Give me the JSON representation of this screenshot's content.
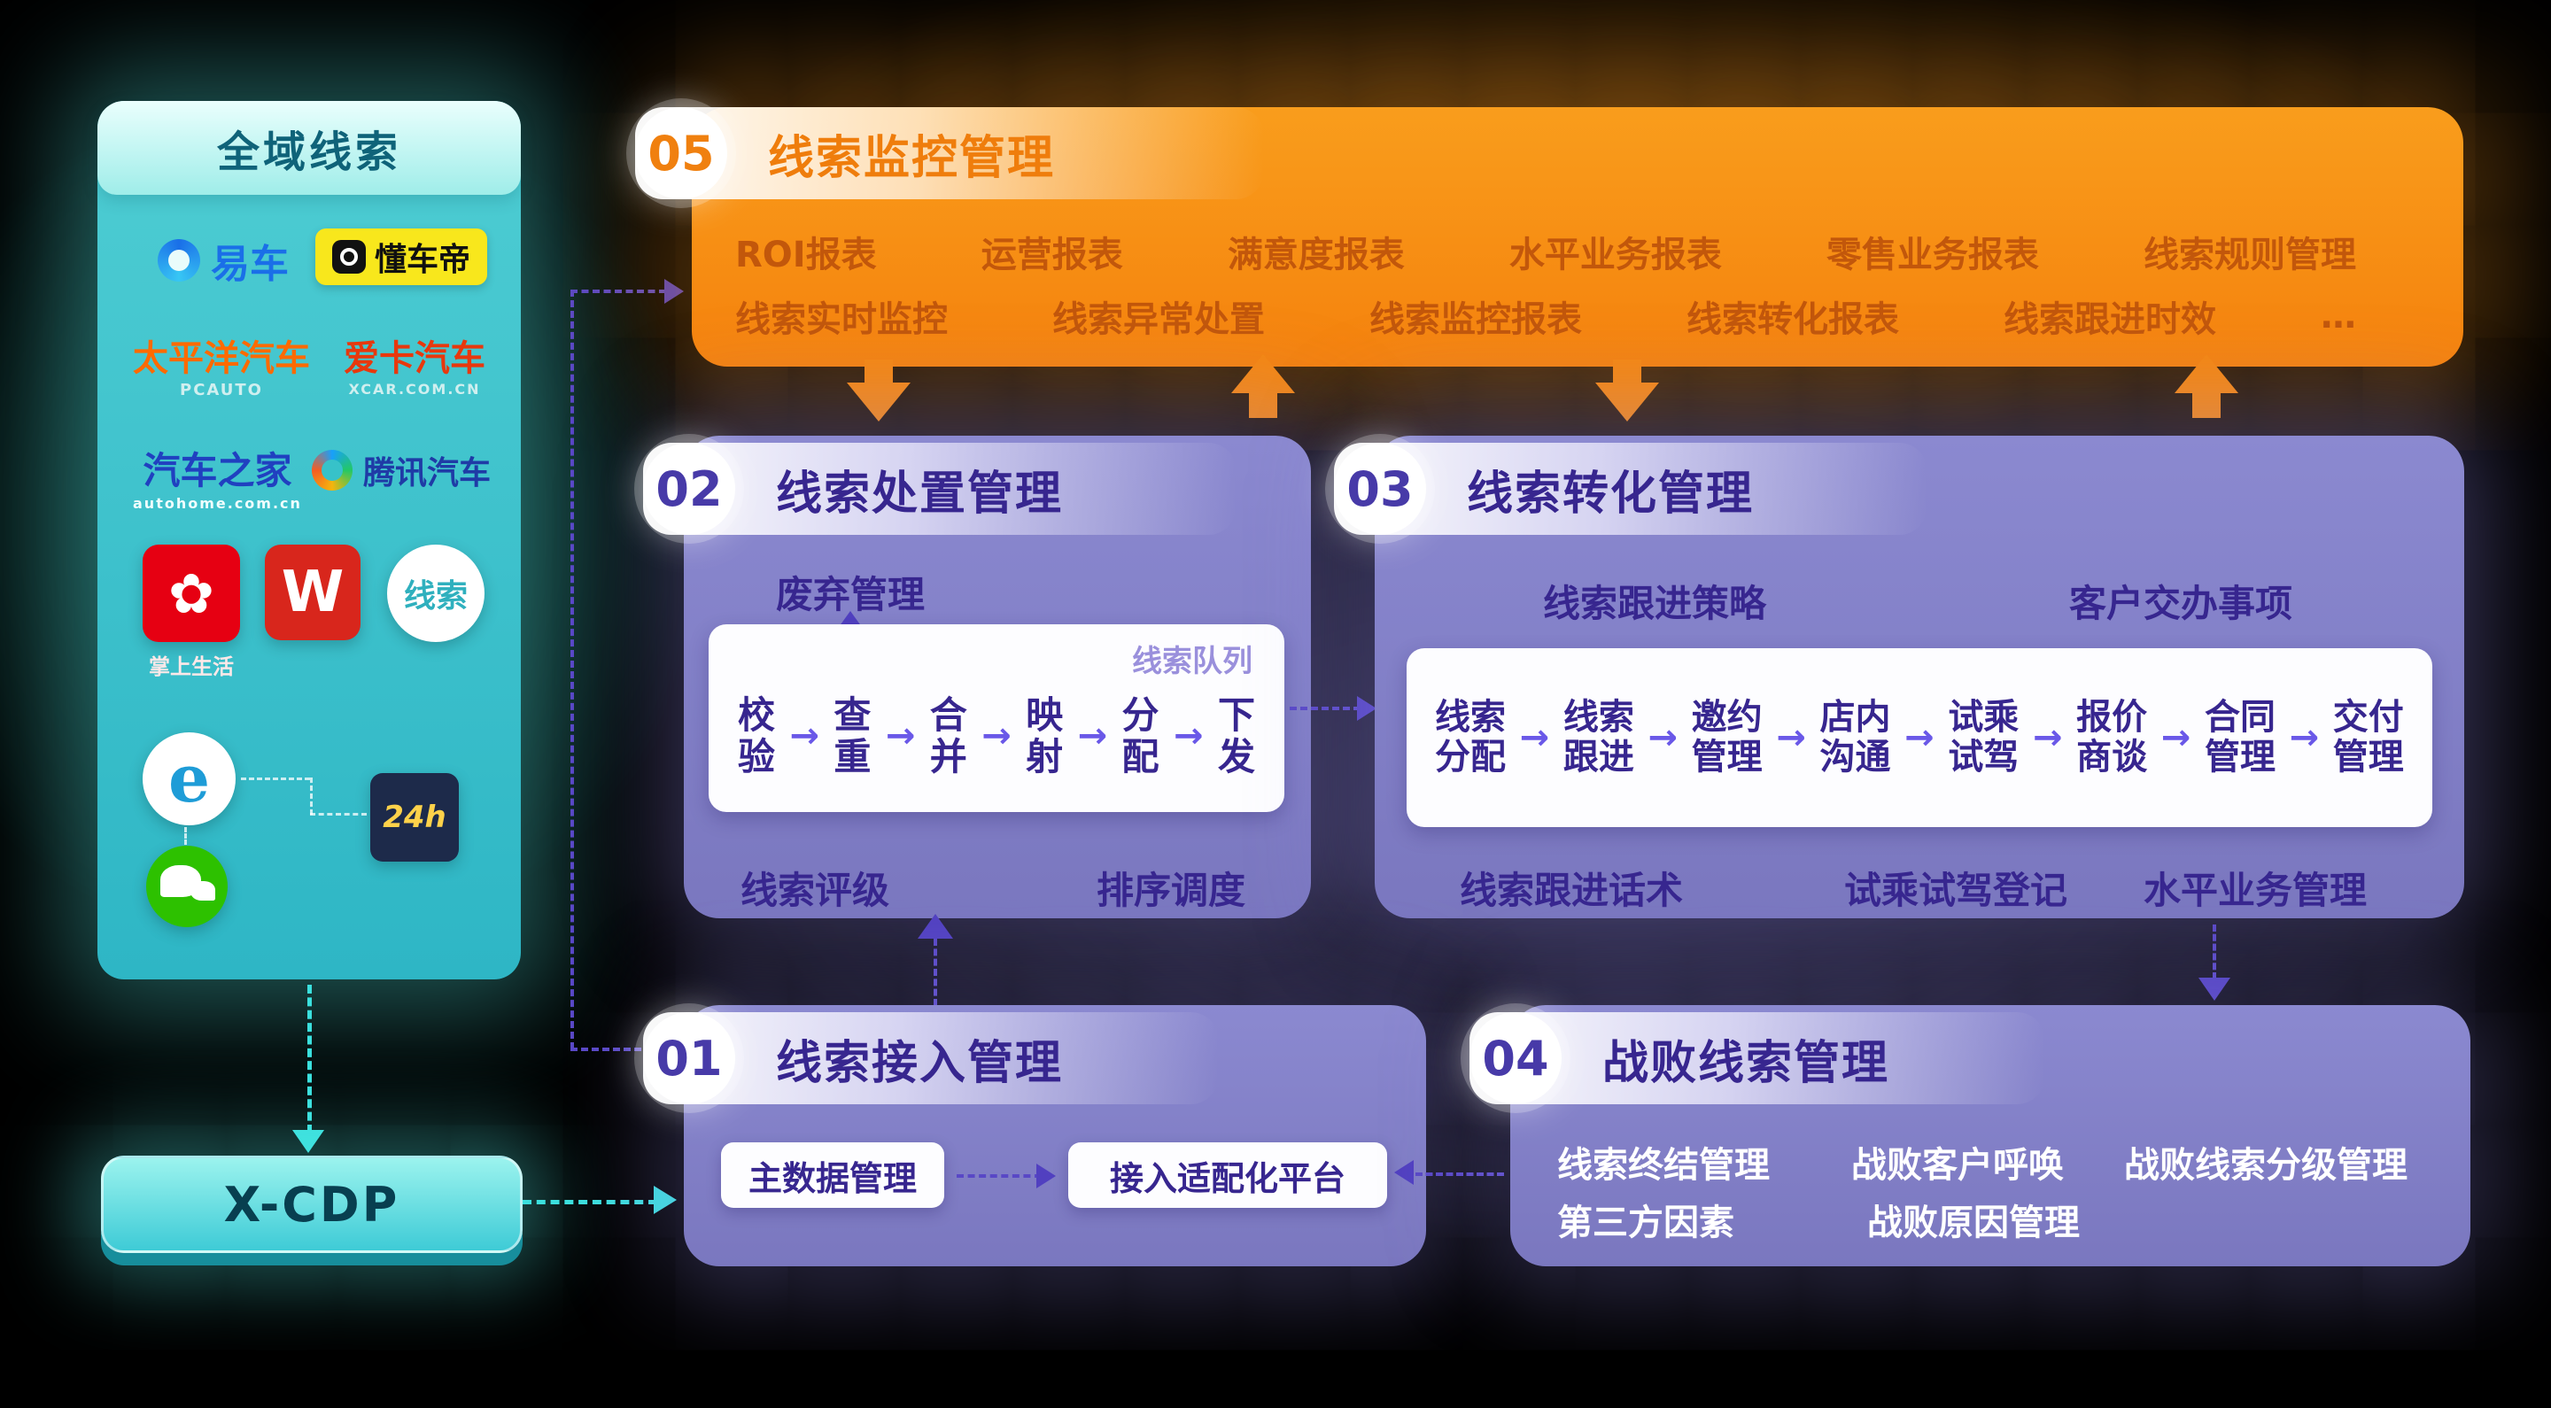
{
  "colors": {
    "teal": "#35C8CE",
    "orange": "#F7941D",
    "purple": "#8280C6",
    "dark_purple": "#37268F",
    "badge_purple": "#473AA8",
    "badge_orange": "#F0800F"
  },
  "icons": {
    "arrow_right": "→",
    "flower": "✿"
  },
  "left_panel": {
    "title": "全域线索",
    "logos": {
      "yiche": "易车",
      "dongchedi": "懂车帝",
      "pcauto": "太平洋汽车",
      "pcauto_sub": "PCAUTO",
      "xcar": "爱卡汽车",
      "xcar_sub": "XCAR.COM.CN",
      "autohome": "汽车之家",
      "autohome_sub": "autohome.com.cn",
      "tencent": "腾讯汽车",
      "zhangshang": "掌上生活",
      "w": "W",
      "xiansuo": "线索",
      "ie": "e",
      "hotline": "24h"
    }
  },
  "xcdp": {
    "label": "X-CDP"
  },
  "m05": {
    "num": "05",
    "title": "线索监控管理",
    "row1": [
      "ROI报表",
      "运营报表",
      "满意度报表",
      "水平业务报表",
      "零售业务报表",
      "线索规则管理"
    ],
    "row2": [
      "线索实时监控",
      "线索异常处置",
      "线索监控报表",
      "线索转化报表",
      "线索跟进时效",
      "…"
    ]
  },
  "m02": {
    "num": "02",
    "title": "线索处置管理",
    "discard": "废弃管理",
    "queue": "线索队列",
    "steps": [
      "校验",
      "查重",
      "合并",
      "映射",
      "分配",
      "下发"
    ],
    "bottom": [
      "线索评级",
      "排序调度"
    ]
  },
  "m03": {
    "num": "03",
    "title": "线索转化管理",
    "top": [
      "线索跟进策略",
      "客户交办事项"
    ],
    "steps": [
      "线索分配",
      "线索跟进",
      "邀约管理",
      "店内沟通",
      "试乘试驾",
      "报价商谈",
      "合同管理",
      "交付管理"
    ],
    "bottom": [
      "线索跟进话术",
      "试乘试驾登记",
      "水平业务管理"
    ]
  },
  "m01": {
    "num": "01",
    "title": "线索接入管理",
    "items": [
      "主数据管理",
      "接入适配化平台"
    ]
  },
  "m04": {
    "num": "04",
    "title": "战败线索管理",
    "row1": [
      "线索终结管理",
      "战败客户呼唤",
      "战败线索分级管理"
    ],
    "row2": [
      "第三方因素",
      "战败原因管理"
    ]
  }
}
